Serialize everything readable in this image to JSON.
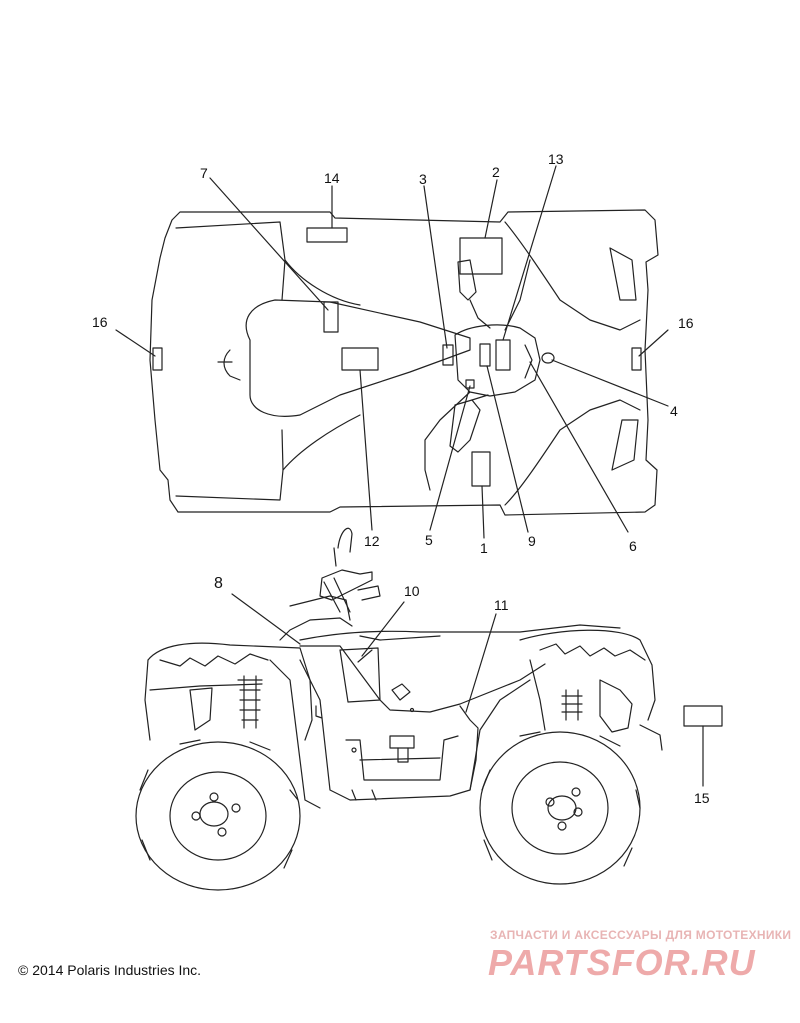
{
  "callouts": {
    "c1": "1",
    "c2": "2",
    "c3": "3",
    "c4": "4",
    "c5": "5",
    "c6": "6",
    "c7": "7",
    "c8": "8",
    "c9": "9",
    "c10": "10",
    "c11": "11",
    "c12": "12",
    "c13": "13",
    "c14": "14",
    "c15": "15",
    "c16": "16"
  },
  "footer": {
    "copyright": "© 2014 Polaris Industries Inc.",
    "watermark_tagline": "ЗАПЧАСТИ И АКСЕССУАРЫ ДЛЯ МОТОТЕХНИКИ",
    "watermark_logo": "PARTSFOR.RU"
  },
  "colors": {
    "line": "#222222",
    "watermark": "#eeaaaa"
  }
}
